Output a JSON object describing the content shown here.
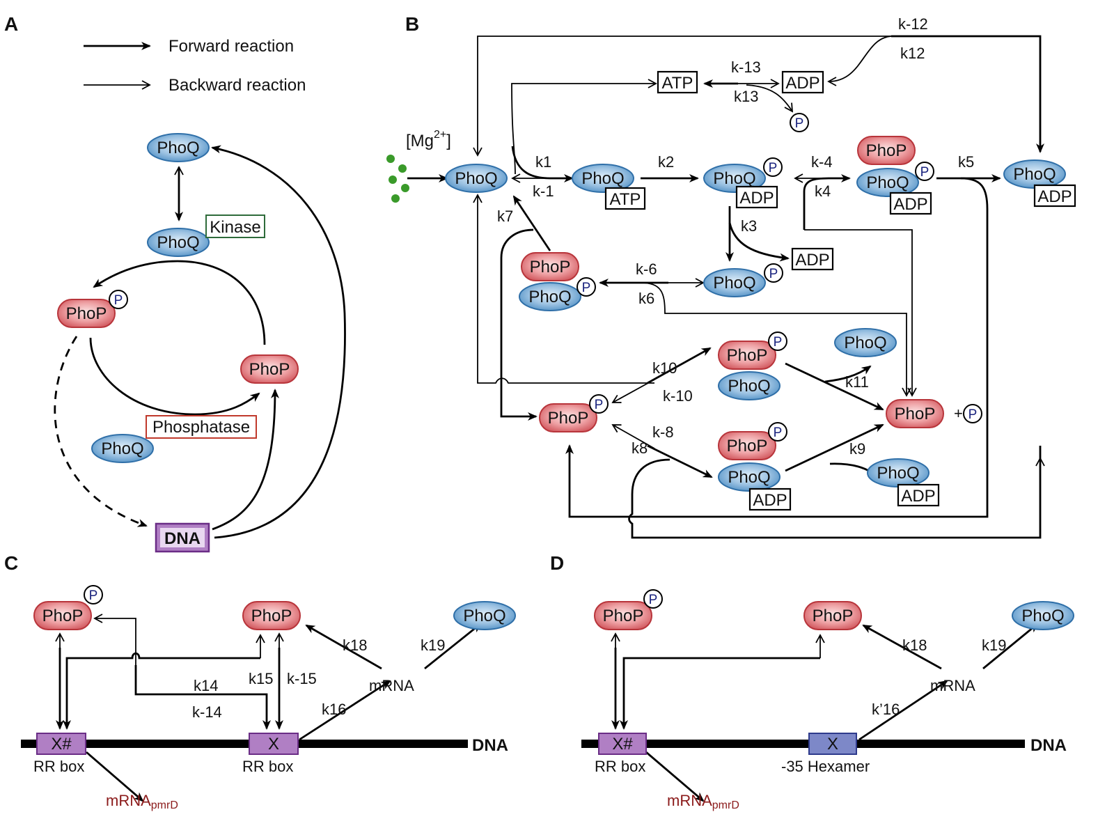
{
  "colors": {
    "phoq_fill": "#8fb7da",
    "phoq_edge": "#2f6fa8",
    "phop_fill": "#e98b8f",
    "phop_edge": "#b8353b",
    "dna_fill": "#b07fc4",
    "dna_edge": "#6a2d86",
    "hexamer_fill": "#7d88c8",
    "hexamer_edge": "#2e3a8c",
    "atp_text": "#8b1a1a",
    "mrna_pmrd_text": "#8b1a1a",
    "kinase_box": "#2e6b3a",
    "phosphatase_box": "#c0392b",
    "mg_dots": "#3a9a2a"
  },
  "panels": {
    "A": {
      "label": "A",
      "legend": {
        "forward": "Forward reaction",
        "backward": "Backward reaction"
      },
      "nodes": {
        "phoq_top": "PhoQ",
        "phoq_kinase": "PhoQ",
        "kinase": "Kinase",
        "phop_p": "PhoP",
        "phop": "PhoP",
        "phosphatase": "Phosphatase",
        "phoq_phosphatase": "PhoQ",
        "dna": "DNA",
        "p": "P"
      }
    },
    "B": {
      "label": "B",
      "mg": "[Mg",
      "mg_sup": "2+",
      "mg_close": "]",
      "molecules": {
        "phoq": "PhoQ",
        "phop": "PhoP",
        "atp": "ATP",
        "adp": "ADP",
        "p": "P",
        "plus": "+"
      },
      "rates": {
        "k1": "k1",
        "km1": "k-1",
        "k2": "k2",
        "k3": "k3",
        "k4": "k4",
        "km4": "k-4",
        "k5": "k5",
        "k6": "k6",
        "km6": "k-6",
        "k7": "k7",
        "k8": "k8",
        "km8": "k-8",
        "k9": "k9",
        "k10": "k10",
        "km10": "k-10",
        "k11": "k11",
        "k12": "k12",
        "km12": "k-12",
        "k13": "k13",
        "km13": "k-13"
      }
    },
    "C": {
      "label": "C",
      "phop_p": "PhoP",
      "phop": "PhoP",
      "phoq": "PhoQ",
      "box1": "X#",
      "box1_label": "RR box",
      "box2": "X",
      "box2_label": "RR box",
      "dna": "DNA",
      "mrna": "mRNA",
      "mrna_pmrd": "mRNA",
      "mrna_pmrd_sub": "pmrD",
      "rates": {
        "k14": "k14",
        "km14": "k-14",
        "k15": "k15",
        "km15": "k-15",
        "k16": "k16",
        "k18": "k18",
        "k19": "k19"
      }
    },
    "D": {
      "label": "D",
      "phop_p": "PhoP",
      "phop": "PhoP",
      "phoq": "PhoQ",
      "box1": "X#",
      "box1_label": "RR box",
      "box2": "X",
      "box2_label": "-35 Hexamer",
      "dna": "DNA",
      "mrna": "mRNA",
      "mrna_pmrd": "mRNA",
      "mrna_pmrd_sub": "pmrD",
      "rates": {
        "kp16": "k’16",
        "k18": "k18",
        "k19": "k19"
      }
    }
  }
}
